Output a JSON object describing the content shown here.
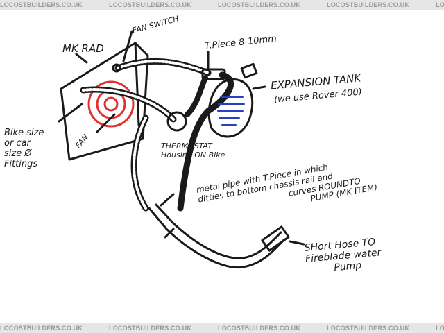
{
  "watermark": "LOCOSTBUILDERS.CO.UK",
  "labels": {
    "mk_rad": "MK RAD",
    "fan_switch": "FAN SWITCH",
    "t_piece": "T.Piece 8-10mm",
    "expansion_tank": "EXPANSION TANK",
    "expansion_note": "(we use Rover 400)",
    "bike_size_1": "Bike size",
    "bike_size_2": "or car",
    "bike_size_3": "size Ø",
    "bike_size_4": "Fittings",
    "fan": "FAN",
    "thermostat_1": "THERMOSTAT",
    "thermostat_2": "Housing  ON Bike",
    "metal_pipe_1": "metal pipe with T.Piece in which",
    "metal_pipe_2": "ditties to bottom chassis rail and",
    "metal_pipe_3": "curves ROUNDTO",
    "metal_pipe_4": "PUMP (MK ITEM)",
    "short_hose_1": "SHort Hose TO",
    "short_hose_2": "Fireblade water",
    "short_hose_3": "Pump"
  },
  "colors": {
    "ink": "#1a1a1a",
    "fan": "#e03030",
    "tank": "#2a3fc0"
  }
}
